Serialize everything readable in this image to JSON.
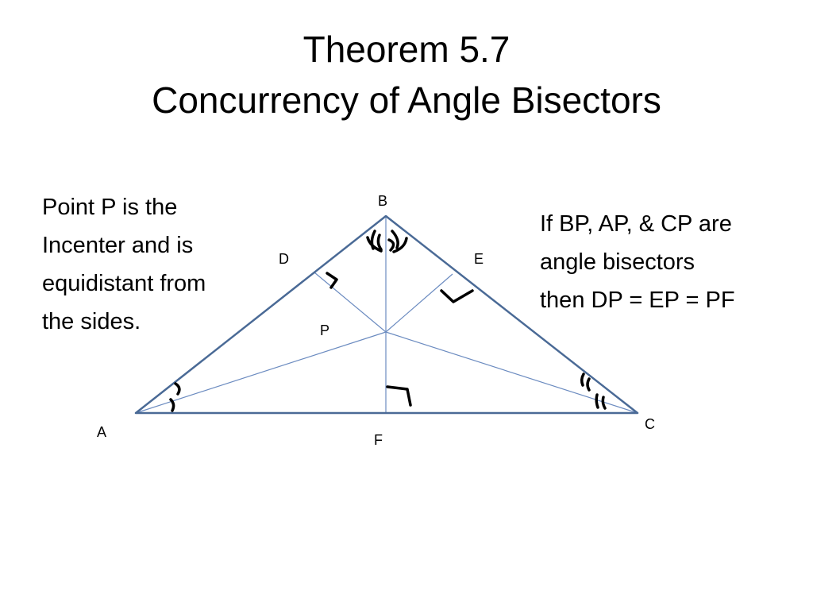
{
  "title": {
    "line1": "Theorem 5.7",
    "line2": "Concurrency of Angle Bisectors"
  },
  "left_text": {
    "lines": [
      "Point P is the",
      "Incenter and is",
      "equidistant from",
      "the sides."
    ]
  },
  "right_text": {
    "lines": [
      "If BP, AP, & CP are",
      "angle bisectors",
      "then DP = EP = PF"
    ]
  },
  "diagram": {
    "vertices": {
      "A": "A",
      "B": "B",
      "C": "C"
    },
    "points": {
      "D": "D",
      "E": "E",
      "F": "F",
      "P": "P"
    },
    "colors": {
      "triangle": "#4a6a96",
      "segments": "#6b8bc0",
      "marks": "#000000"
    }
  }
}
